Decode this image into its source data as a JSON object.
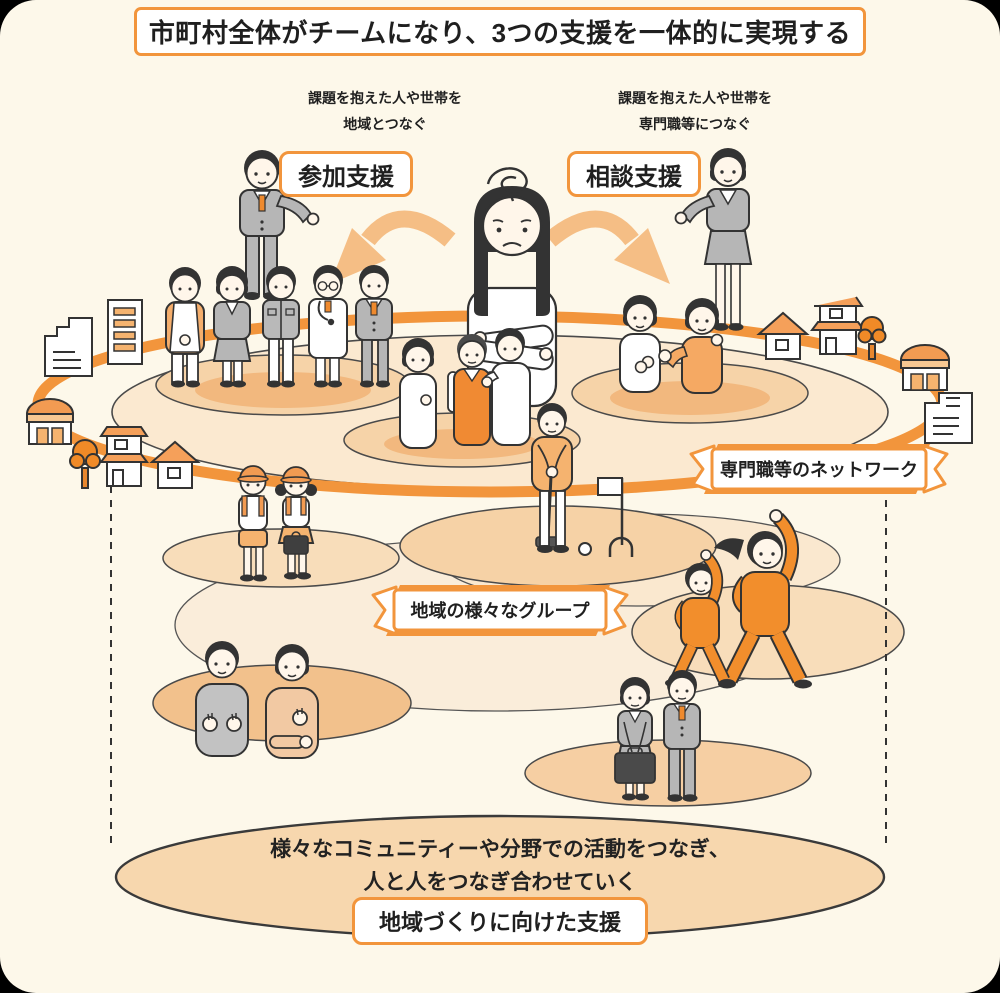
{
  "title": "市町村全体がチームになり、3つの支援を一体的に実現する",
  "participation": {
    "caption_line1": "課題を抱えた人や世帯を",
    "caption_line2": "地域とつなぐ",
    "label": "参加支援"
  },
  "consultation": {
    "caption_line1": "課題を抱えた人や世帯を",
    "caption_line2": "専門職等につなぐ",
    "label": "相談支援"
  },
  "labels": {
    "network": "専門職等のネットワーク",
    "groups": "地域の様々なグループ",
    "community_line1": "様々なコミュニティーや分野での活動をつなぎ、",
    "community_line2": "人と人をつなぎ合わせていく",
    "community_support": "地域づくりに向けた支援"
  },
  "colors": {
    "accent_orange": "#F2953C",
    "panel_cream": "#FDF8EA",
    "peach_light": "#FBE9D0",
    "peach_mid": "#F6D3A8",
    "peach_deep": "#F2B87E",
    "tracksuit_orange": "#F28E2C",
    "outline": "#3A3A3A"
  },
  "icons": {
    "buildings_left": [
      "office-building-icon",
      "office-building-icon",
      "shop-icon",
      "tree-icon",
      "two-story-house-icon",
      "house-icon"
    ],
    "buildings_right": [
      "house-icon",
      "two-story-house-icon",
      "tree-icon",
      "shop-icon",
      "office-building-icon"
    ],
    "figures": [
      "participation-supporter",
      "professionals-row",
      "consultation-supporter",
      "troubled-person",
      "talking-neighbors",
      "family-support-group",
      "gateball-senior",
      "school-children",
      "exercising-pair",
      "sign-language-pair",
      "business-pair"
    ],
    "arrows": [
      "curved-arrow-left-icon",
      "curved-arrow-right-icon"
    ],
    "confusion": "confusion-scribble-icon"
  }
}
